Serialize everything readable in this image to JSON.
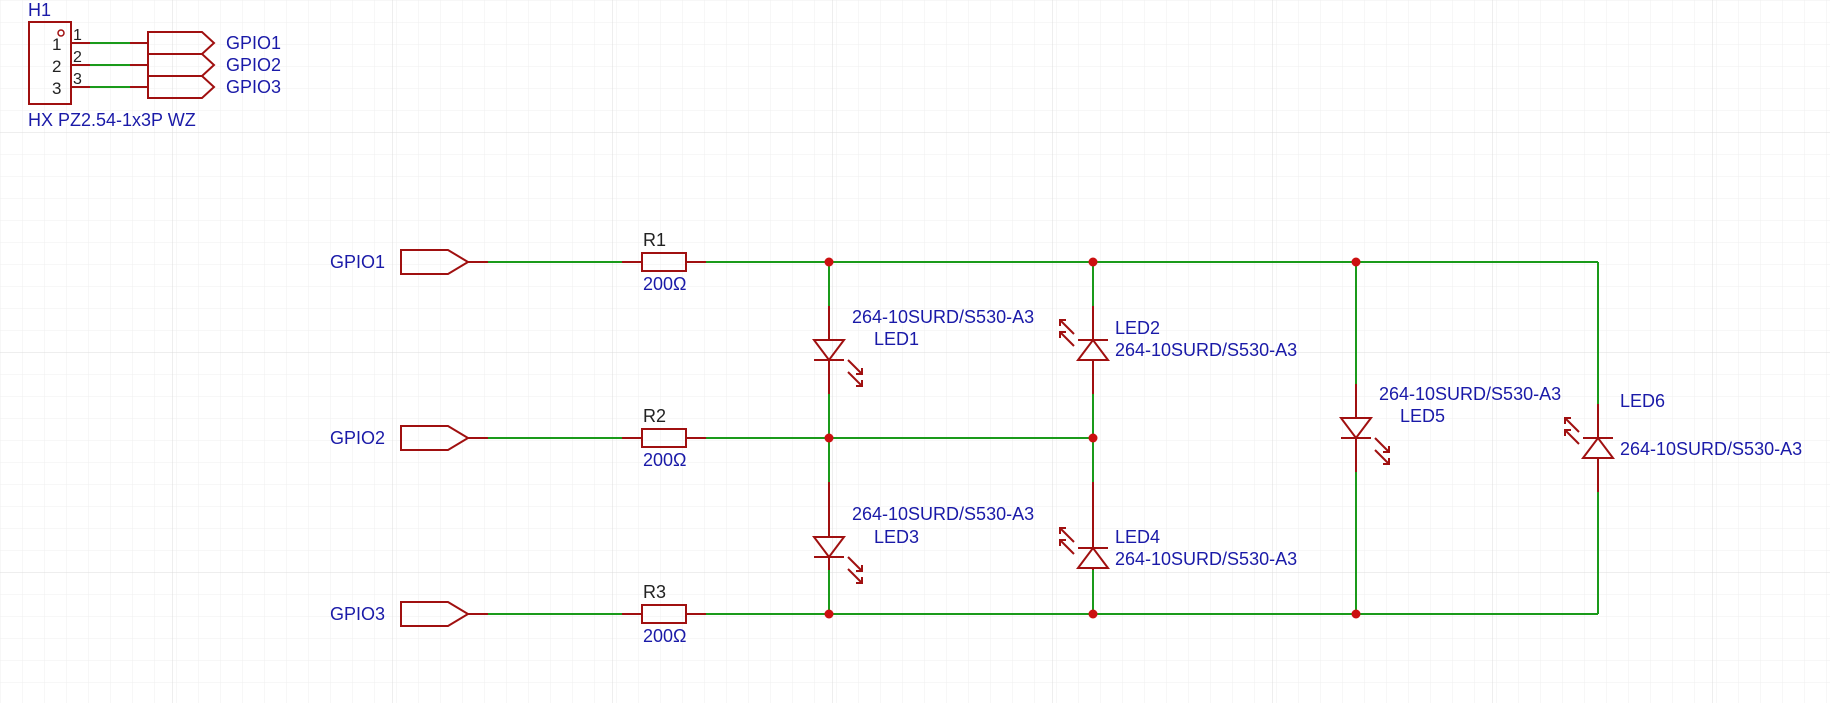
{
  "colors": {
    "background": "#ffffff",
    "grid_minor": "#efefef",
    "grid_major": "#dcdcdc",
    "wire": "#1a9a1a",
    "symbol": "#a01010",
    "label": "#1a1aa8",
    "junction": "#cc1010"
  },
  "header": {
    "designator": "H1",
    "pin_numbers": [
      "1",
      "2",
      "3"
    ],
    "pin_inner_labels": [
      "1",
      "2",
      "3"
    ],
    "footprint": "HX PZ2.54-1x3P WZ"
  },
  "net_flags": {
    "header": [
      "GPIO1",
      "GPIO2",
      "GPIO3"
    ],
    "inputs": [
      "GPIO1",
      "GPIO2",
      "GPIO3"
    ]
  },
  "resistors": [
    {
      "ref": "R1",
      "value": "200Ω"
    },
    {
      "ref": "R2",
      "value": "200Ω"
    },
    {
      "ref": "R3",
      "value": "200Ω"
    }
  ],
  "leds": [
    {
      "ref": "LED1",
      "part": "264-10SURD/S530-A3"
    },
    {
      "ref": "LED2",
      "part": "264-10SURD/S530-A3"
    },
    {
      "ref": "LED3",
      "part": "264-10SURD/S530-A3"
    },
    {
      "ref": "LED4",
      "part": "264-10SURD/S530-A3"
    },
    {
      "ref": "LED5",
      "part": "264-10SURD/S530-A3"
    },
    {
      "ref": "LED6",
      "part": "264-10SURD/S530-A3"
    }
  ]
}
